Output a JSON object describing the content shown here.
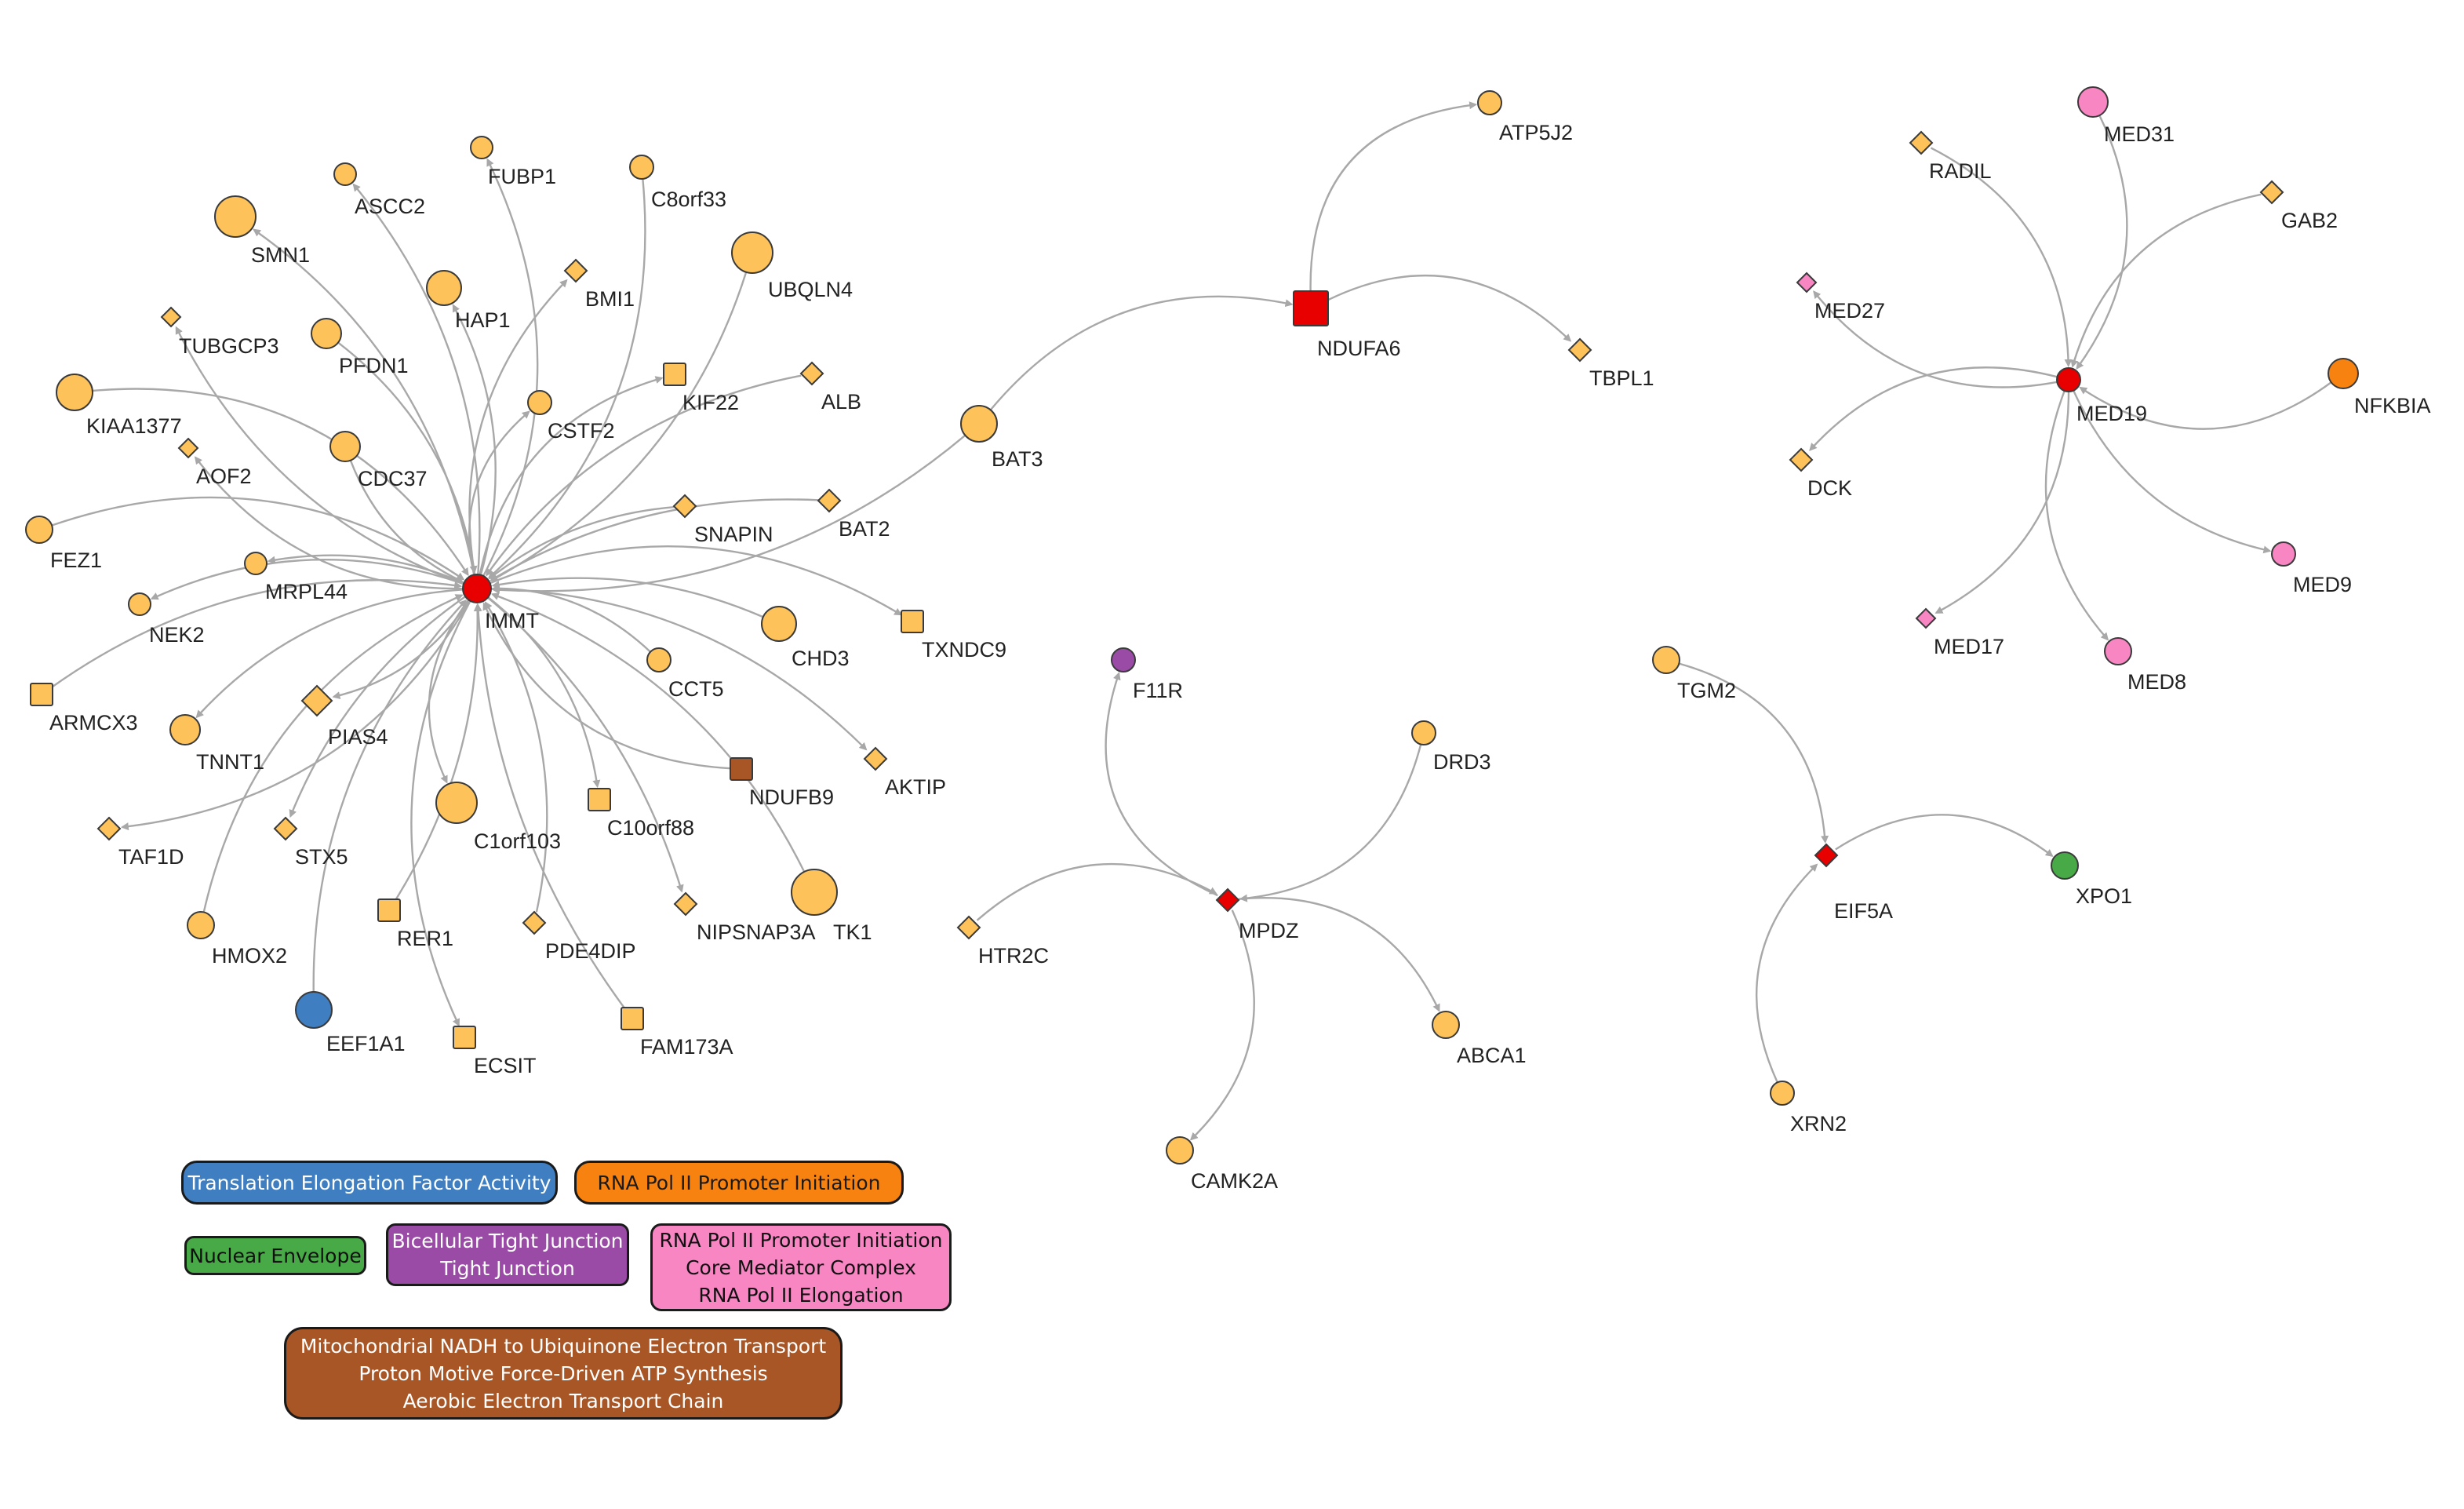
{
  "colors": {
    "node_default": "#FDC35A",
    "hub": "#E80000",
    "translation_elongation": "#3E7EC1",
    "rna_pol_ii_promoter": "#F8820F",
    "nuclear_envelope": "#48A947",
    "tight_junction": "#9A4BA6",
    "mediator": "#F786C3",
    "mitochondrial": "#A85625",
    "edge": "#A8A8A8"
  },
  "hubs": {
    "immt": "IMMT",
    "ndufa6": "NDUFA6",
    "med19": "MED19",
    "mpdz": "MPDZ",
    "eif5a": "EIF5A"
  },
  "nodes": {
    "fubp1": "FUBP1",
    "ascc2": "ASCC2",
    "c8orf33": "C8orf33",
    "smn1": "SMN1",
    "ubqln4": "UBQLN4",
    "bmi1": "BMI1",
    "hap1": "HAP1",
    "tubgcp3": "TUBGCP3",
    "pfdn1": "PFDN1",
    "kif22": "KIF22",
    "alb": "ALB",
    "kiaa1377": "KIAA1377",
    "cstf2": "CSTF2",
    "cdc37": "CDC37",
    "aof2": "AOF2",
    "bat2": "BAT2",
    "snapin": "SNAPIN",
    "fez1": "FEZ1",
    "mrpl44": "MRPL44",
    "nek2": "NEK2",
    "txndc9": "TXNDC9",
    "chd3": "CHD3",
    "cct5": "CCT5",
    "armcx3": "ARMCX3",
    "pias4": "PIAS4",
    "tnnt1": "TNNT1",
    "ndufb9": "NDUFB9",
    "aktip": "AKTIP",
    "c1orf103": "C1orf103",
    "c10orf88": "C10orf88",
    "taf1d": "TAF1D",
    "stx5": "STX5",
    "tk1": "TK1",
    "rer1": "RER1",
    "hmox2": "HMOX2",
    "pde4dip": "PDE4DIP",
    "nipsnap3a": "NIPSNAP3A",
    "eef1a1": "EEF1A1",
    "ecsit": "ECSIT",
    "fam173a": "FAM173A",
    "bat3": "BAT3",
    "atp5j2": "ATP5J2",
    "tbpl1": "TBPL1",
    "radil": "RADIL",
    "med31": "MED31",
    "gab2": "GAB2",
    "med27": "MED27",
    "nfkbia": "NFKBIA",
    "dck": "DCK",
    "med9": "MED9",
    "med17": "MED17",
    "med8": "MED8",
    "f11r": "F11R",
    "tgm2": "TGM2",
    "drd3": "DRD3",
    "xpo1": "XPO1",
    "htr2c": "HTR2C",
    "abca1": "ABCA1",
    "xrn2": "XRN2",
    "camk2a": "CAMK2A"
  },
  "legend": {
    "translation": "Translation Elongation Factor Activity",
    "rna_pol": "RNA Pol II Promoter Initiation",
    "nuclear": "Nuclear Envelope",
    "tight_1": "Bicellular Tight Junction",
    "tight_2": "Tight Junction",
    "mediator_1": "RNA Pol II Promoter Initiation",
    "mediator_2": "Core Mediator Complex",
    "mediator_3": "RNA Pol II Elongation",
    "mito_1": "Mitochondrial NADH to Ubiquinone Electron Transport",
    "mito_2": "Proton Motive Force-Driven ATP Synthesis",
    "mito_3": "Aerobic Electron Transport Chain"
  }
}
